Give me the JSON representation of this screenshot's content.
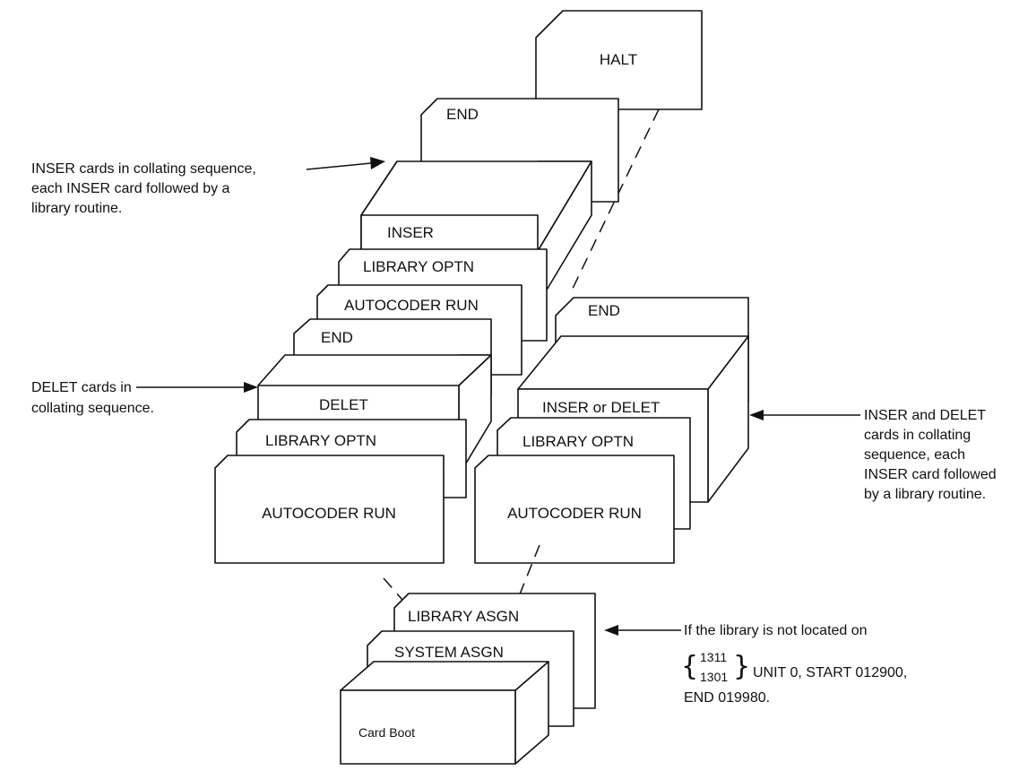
{
  "halt": "HALT",
  "left_stack": {
    "end_top": "END",
    "inser": "INSER",
    "library_optn_2": "LIBRARY OPTN",
    "autocoder_run_2": "AUTOCODER RUN",
    "end_mid": "END",
    "delet": "DELET",
    "library_optn_1": "LIBRARY OPTN",
    "autocoder_run_1": "AUTOCODER RUN"
  },
  "right_stack": {
    "end": "END",
    "inser_or_delet": "INSER or DELET",
    "library_optn": "LIBRARY OPTN",
    "autocoder_run": "AUTOCODER RUN"
  },
  "bottom_stack": {
    "library_asgn": "LIBRARY ASGN",
    "system_asgn": "SYSTEM ASGN",
    "card_boot": "Card Boot"
  },
  "notes": {
    "inser_note": [
      "INSER cards in collating sequence,",
      "each INSER card followed by a",
      "library routine."
    ],
    "delet_note": [
      "DELET cards in",
      "collating sequence."
    ],
    "right_note": [
      "INSER and DELET",
      "cards in collating",
      "sequence, each",
      "INSER card followed",
      "by a library routine."
    ],
    "library_note": {
      "line1": "If the library is not located on",
      "unit_a": "1311",
      "unit_b": "1301",
      "line2": "UNIT 0, START 012900,",
      "line3": "END 019980."
    }
  }
}
